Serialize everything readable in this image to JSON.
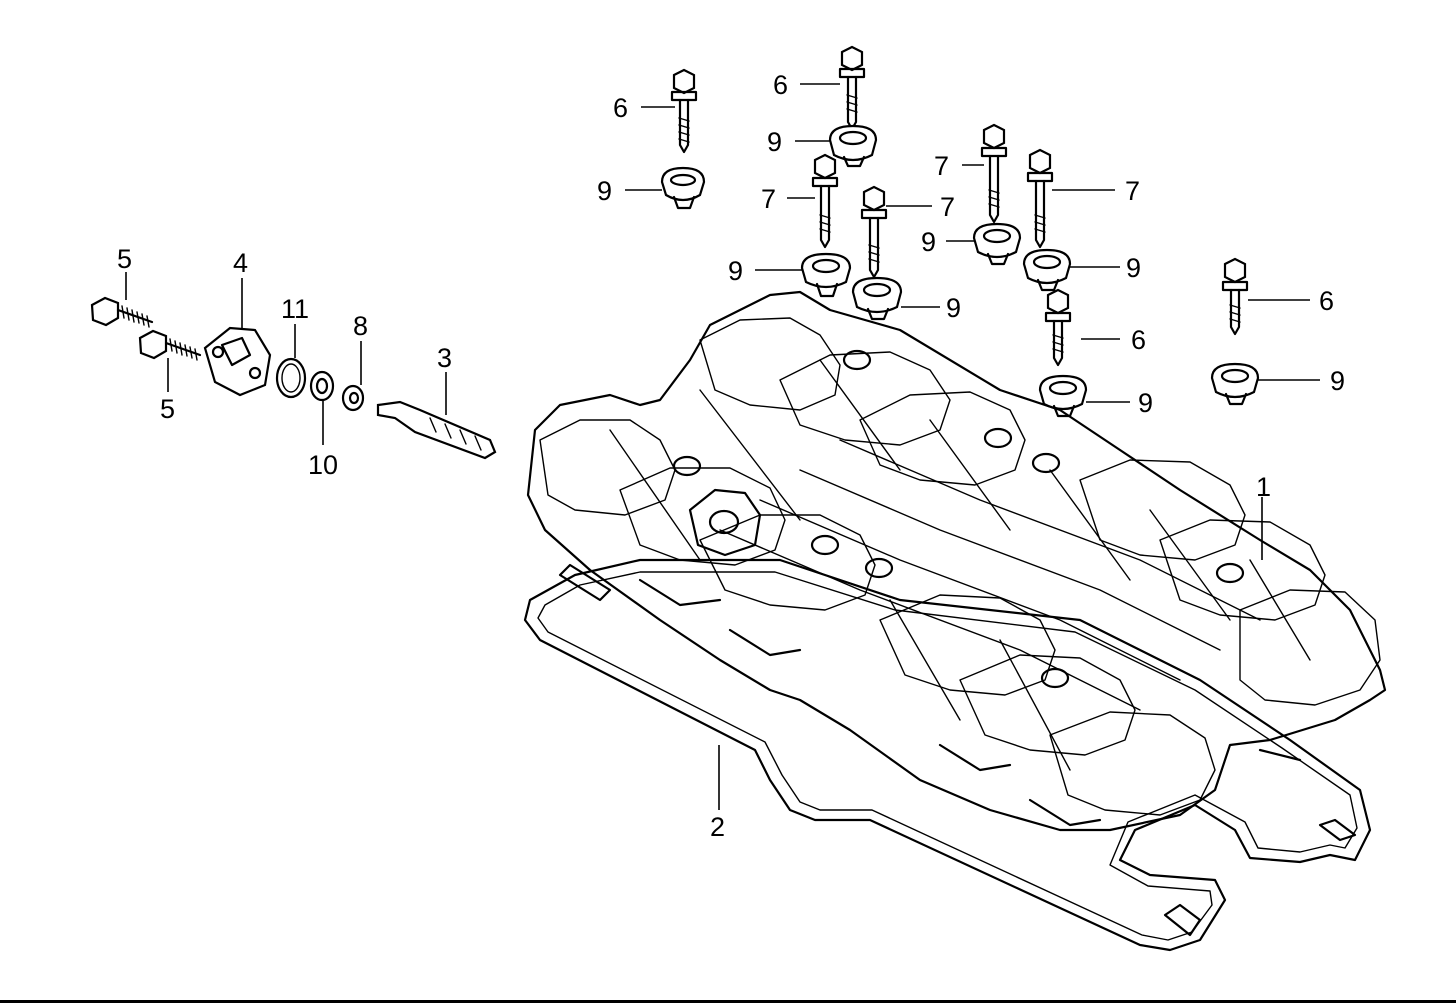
{
  "callouts": [
    {
      "id": "c1",
      "label": "1"
    },
    {
      "id": "c2",
      "label": "2"
    },
    {
      "id": "c3",
      "label": "3"
    },
    {
      "id": "c4",
      "label": "4"
    },
    {
      "id": "c5a",
      "label": "5"
    },
    {
      "id": "c5b",
      "label": "5"
    },
    {
      "id": "c6a",
      "label": "6"
    },
    {
      "id": "c6b",
      "label": "6"
    },
    {
      "id": "c6c",
      "label": "6"
    },
    {
      "id": "c6d",
      "label": "6"
    },
    {
      "id": "c7a",
      "label": "7"
    },
    {
      "id": "c7b",
      "label": "7"
    },
    {
      "id": "c7c",
      "label": "7"
    },
    {
      "id": "c7d",
      "label": "7"
    },
    {
      "id": "c8",
      "label": "8"
    },
    {
      "id": "c9a",
      "label": "9"
    },
    {
      "id": "c9b",
      "label": "9"
    },
    {
      "id": "c9c",
      "label": "9"
    },
    {
      "id": "c9d",
      "label": "9"
    },
    {
      "id": "c9e",
      "label": "9"
    },
    {
      "id": "c9f",
      "label": "9"
    },
    {
      "id": "c9g",
      "label": "9"
    },
    {
      "id": "c9h",
      "label": "9"
    },
    {
      "id": "c10",
      "label": "10"
    },
    {
      "id": "c11",
      "label": "11"
    }
  ]
}
